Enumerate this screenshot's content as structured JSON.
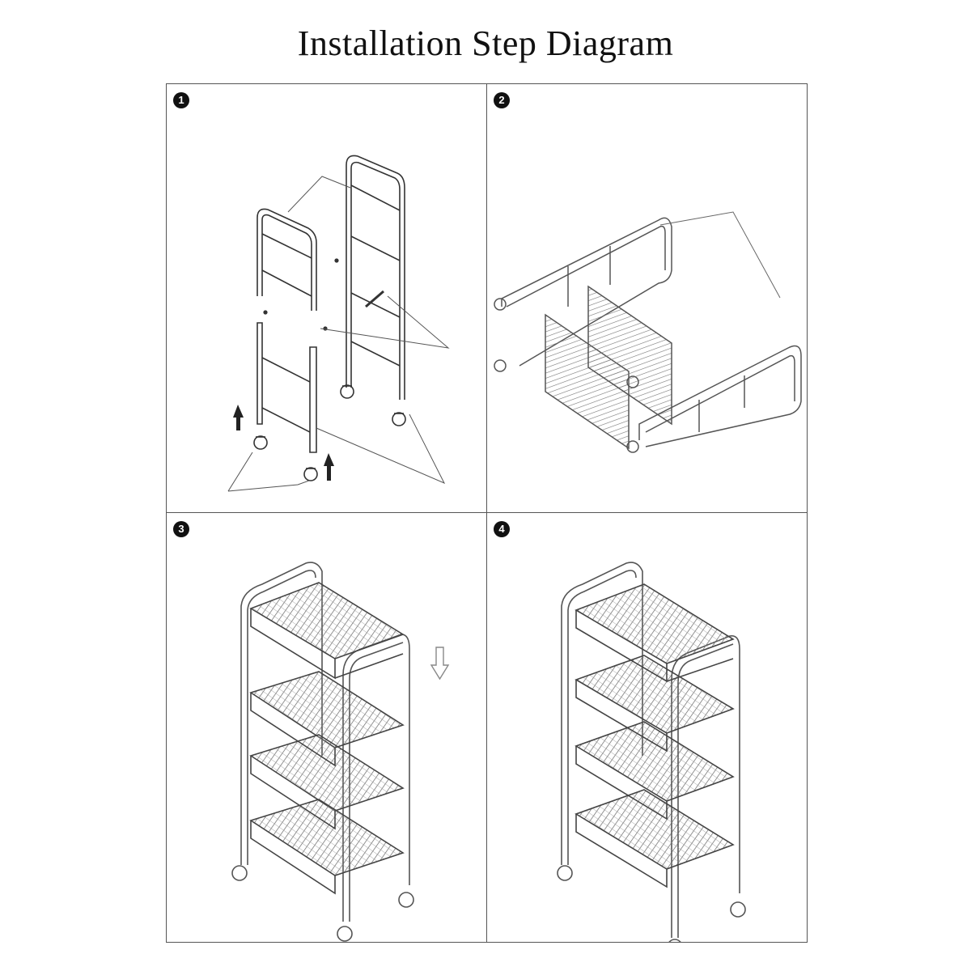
{
  "title": "Installation Step Diagram",
  "steps": [
    {
      "number": "1"
    },
    {
      "number": "2"
    },
    {
      "number": "3"
    },
    {
      "number": "4"
    }
  ]
}
